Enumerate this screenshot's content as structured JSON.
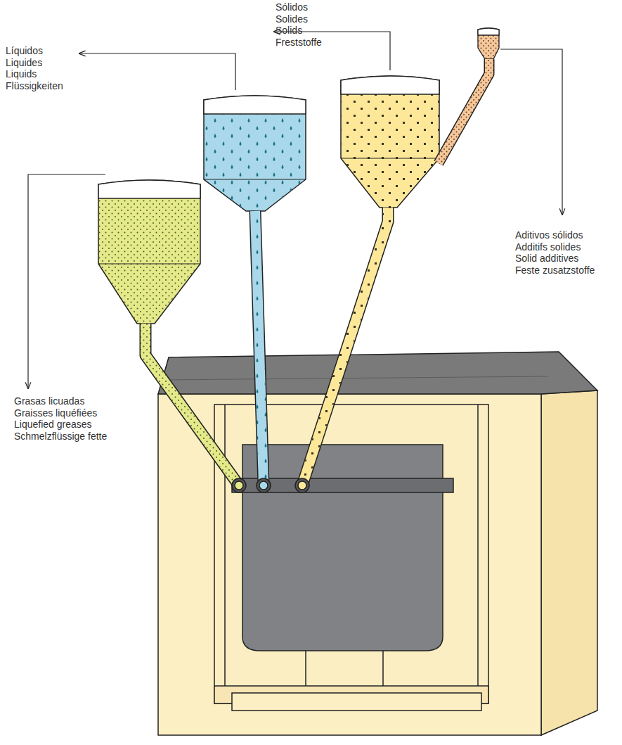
{
  "diagram": {
    "labels": [
      "Sólidos",
      "Solides",
      "Solids",
      "Freststoffe",
      "Líquidos",
      "Liquides",
      "Liquids",
      "Flüssigkeiten",
      "Aditivos sólidos",
      "Additifs solides",
      "Solid additives",
      "Feste zusatzstoffe",
      "Grasas licuadas",
      "Graisses liquéfiées",
      "Liquefied greases",
      "Schmelzflüssige fette"
    ]
  }
}
